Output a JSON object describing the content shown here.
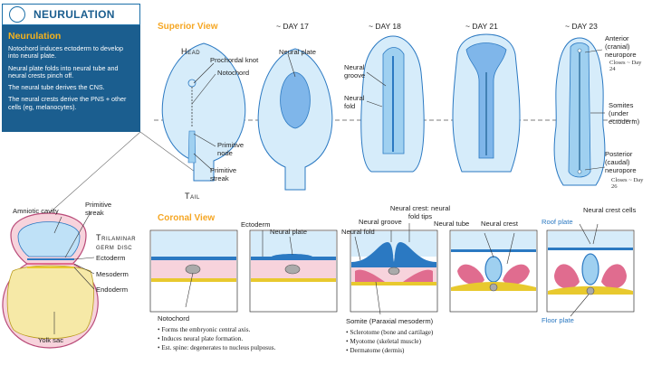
{
  "header": {
    "title": "NEURULATION"
  },
  "info": {
    "heading": "Neurulation",
    "paragraphs": [
      "Notochord induces ectoderm to develop into neural plate.",
      "Neural plate folds into neural tube and neural crests pinch off.",
      "The neural tube derives the CNS.",
      "The neural crests derive the PNS + other cells (eg, melanocytes)."
    ]
  },
  "superior": {
    "view_label": "Superior View",
    "days": [
      "~ DAY 17",
      "~ DAY 18",
      "~ DAY 21",
      "~ DAY 23"
    ],
    "head": "Head",
    "tail": "Tail",
    "labels": {
      "prochordal": "Prochordal knot",
      "notochord": "Notochord",
      "primitive_node": "Primitive node",
      "primitive_streak": "Primitive streak",
      "neural_plate": "Neural plate",
      "neural_groove": "Neural groove",
      "neural_fold": "Neural fold",
      "anterior": "Anterior (cranial) neuropore",
      "closes_24": "Closes ~ Day 24",
      "somites": "Somites (under ectoderm)",
      "posterior": "Posterior (caudal) neuropore",
      "closes_26": "Closes ~ Day 26"
    }
  },
  "left": {
    "amniotic": "Amniotic cavity",
    "primitive_streak": "Primitive streak",
    "trilaminar": "Trilaminar germ disc",
    "ectoderm": "Ectoderm",
    "mesoderm": "Mesoderm",
    "endoderm": "Endoderm",
    "yolk": "Yolk sac"
  },
  "coronal": {
    "view_label": "Coronal View",
    "labels": {
      "neural_plate": "Neural plate",
      "ectoderm": "Ectoderm",
      "neural_fold": "Neural fold",
      "neural_groove": "Neural groove",
      "neural_crest_tips": "Neural crest: neural fold tips",
      "neural_tube": "Neural tube",
      "neural_crest": "Neural crest",
      "neural_crest_cells": "Neural crest cells",
      "roof_plate": "Roof plate",
      "floor_plate": "Floor plate",
      "notochord": "Notochord",
      "somite": "Somite (Paraxial mesoderm)"
    },
    "notochord_points": [
      "Forms the embryonic central axis.",
      "Induces neural plate formation.",
      "Est. spine: degenerates to nucleus pulposus."
    ],
    "somite_points": [
      "Sclerotome (bone and cartilage)",
      "Myotome (skeletal muscle)",
      "Dermatome (dermis)"
    ]
  },
  "colors": {
    "brand": "#1b5e8f",
    "accent": "#f5a623",
    "ectoderm": "#5aa8e0",
    "mesoderm": "#f7d3dc",
    "endoderm": "#f2d94e"
  }
}
